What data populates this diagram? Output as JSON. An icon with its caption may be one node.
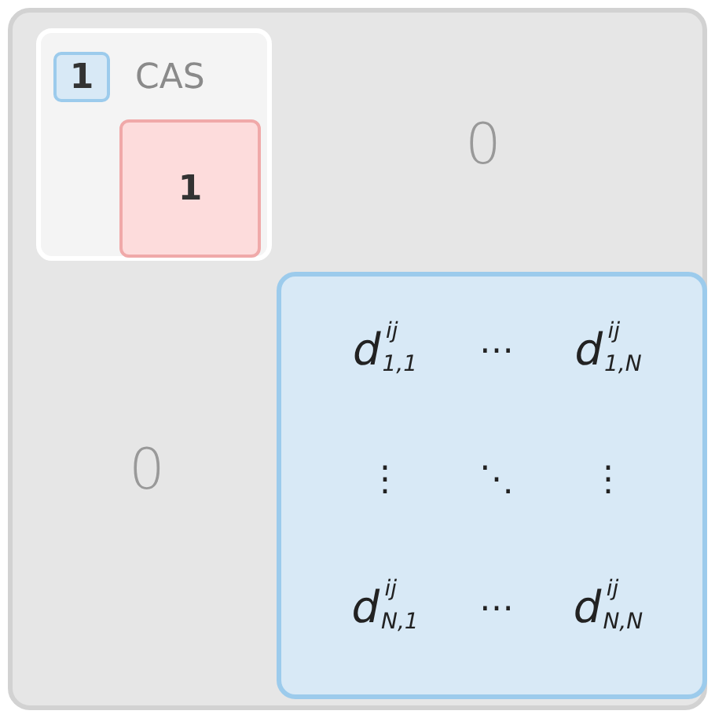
{
  "diagram": {
    "nodes": [
      {
        "text": [],
        "shape": "box"
      },
      {
        "text": [
          "CAS"
        ],
        "in": 0
      },
      {
        "text": [
          "1"
        ],
        "in": 1
      },
      {
        "text": [
          "1"
        ],
        "in": 1
      },
      {
        "text": [
          "d$^{ij}$$_{1,1}$",
          "⋯",
          "d$^{ij}$$_{1,N}$",
          "⋮",
          "⋱",
          "⋮",
          "d$^{ij}$$_{N,1}$",
          "⋯",
          "d$^{ij}$$_{N,N}$"
        ],
        "in": 0
      }
    ],
    "labels": [
      "0",
      "0"
    ]
  }
}
